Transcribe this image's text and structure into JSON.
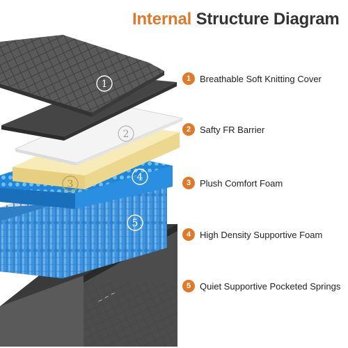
{
  "title": {
    "accent": "Internal",
    "rest": "Structure Diagram"
  },
  "colors": {
    "accent": "#e07a2a",
    "cover": "#5a5a5a",
    "barrier": "#f2f2f2",
    "comfort_foam": "#f2e1a0",
    "support_foam": "#2f97e6",
    "springs": "#3d8ed8",
    "base": "#444444"
  },
  "callouts": [
    "1",
    "2",
    "3",
    "4",
    "5"
  ],
  "legend": [
    {
      "number": "1",
      "label": "Breathable Soft Knitting Cover"
    },
    {
      "number": "2",
      "label": "Safty FR Barrier"
    },
    {
      "number": "3",
      "label": "Plush Comfort Foam"
    },
    {
      "number": "4",
      "label": "High Density Supportive Foam"
    },
    {
      "number": "5",
      "label": "Quiet Supportive Pocketed Springs"
    }
  ]
}
